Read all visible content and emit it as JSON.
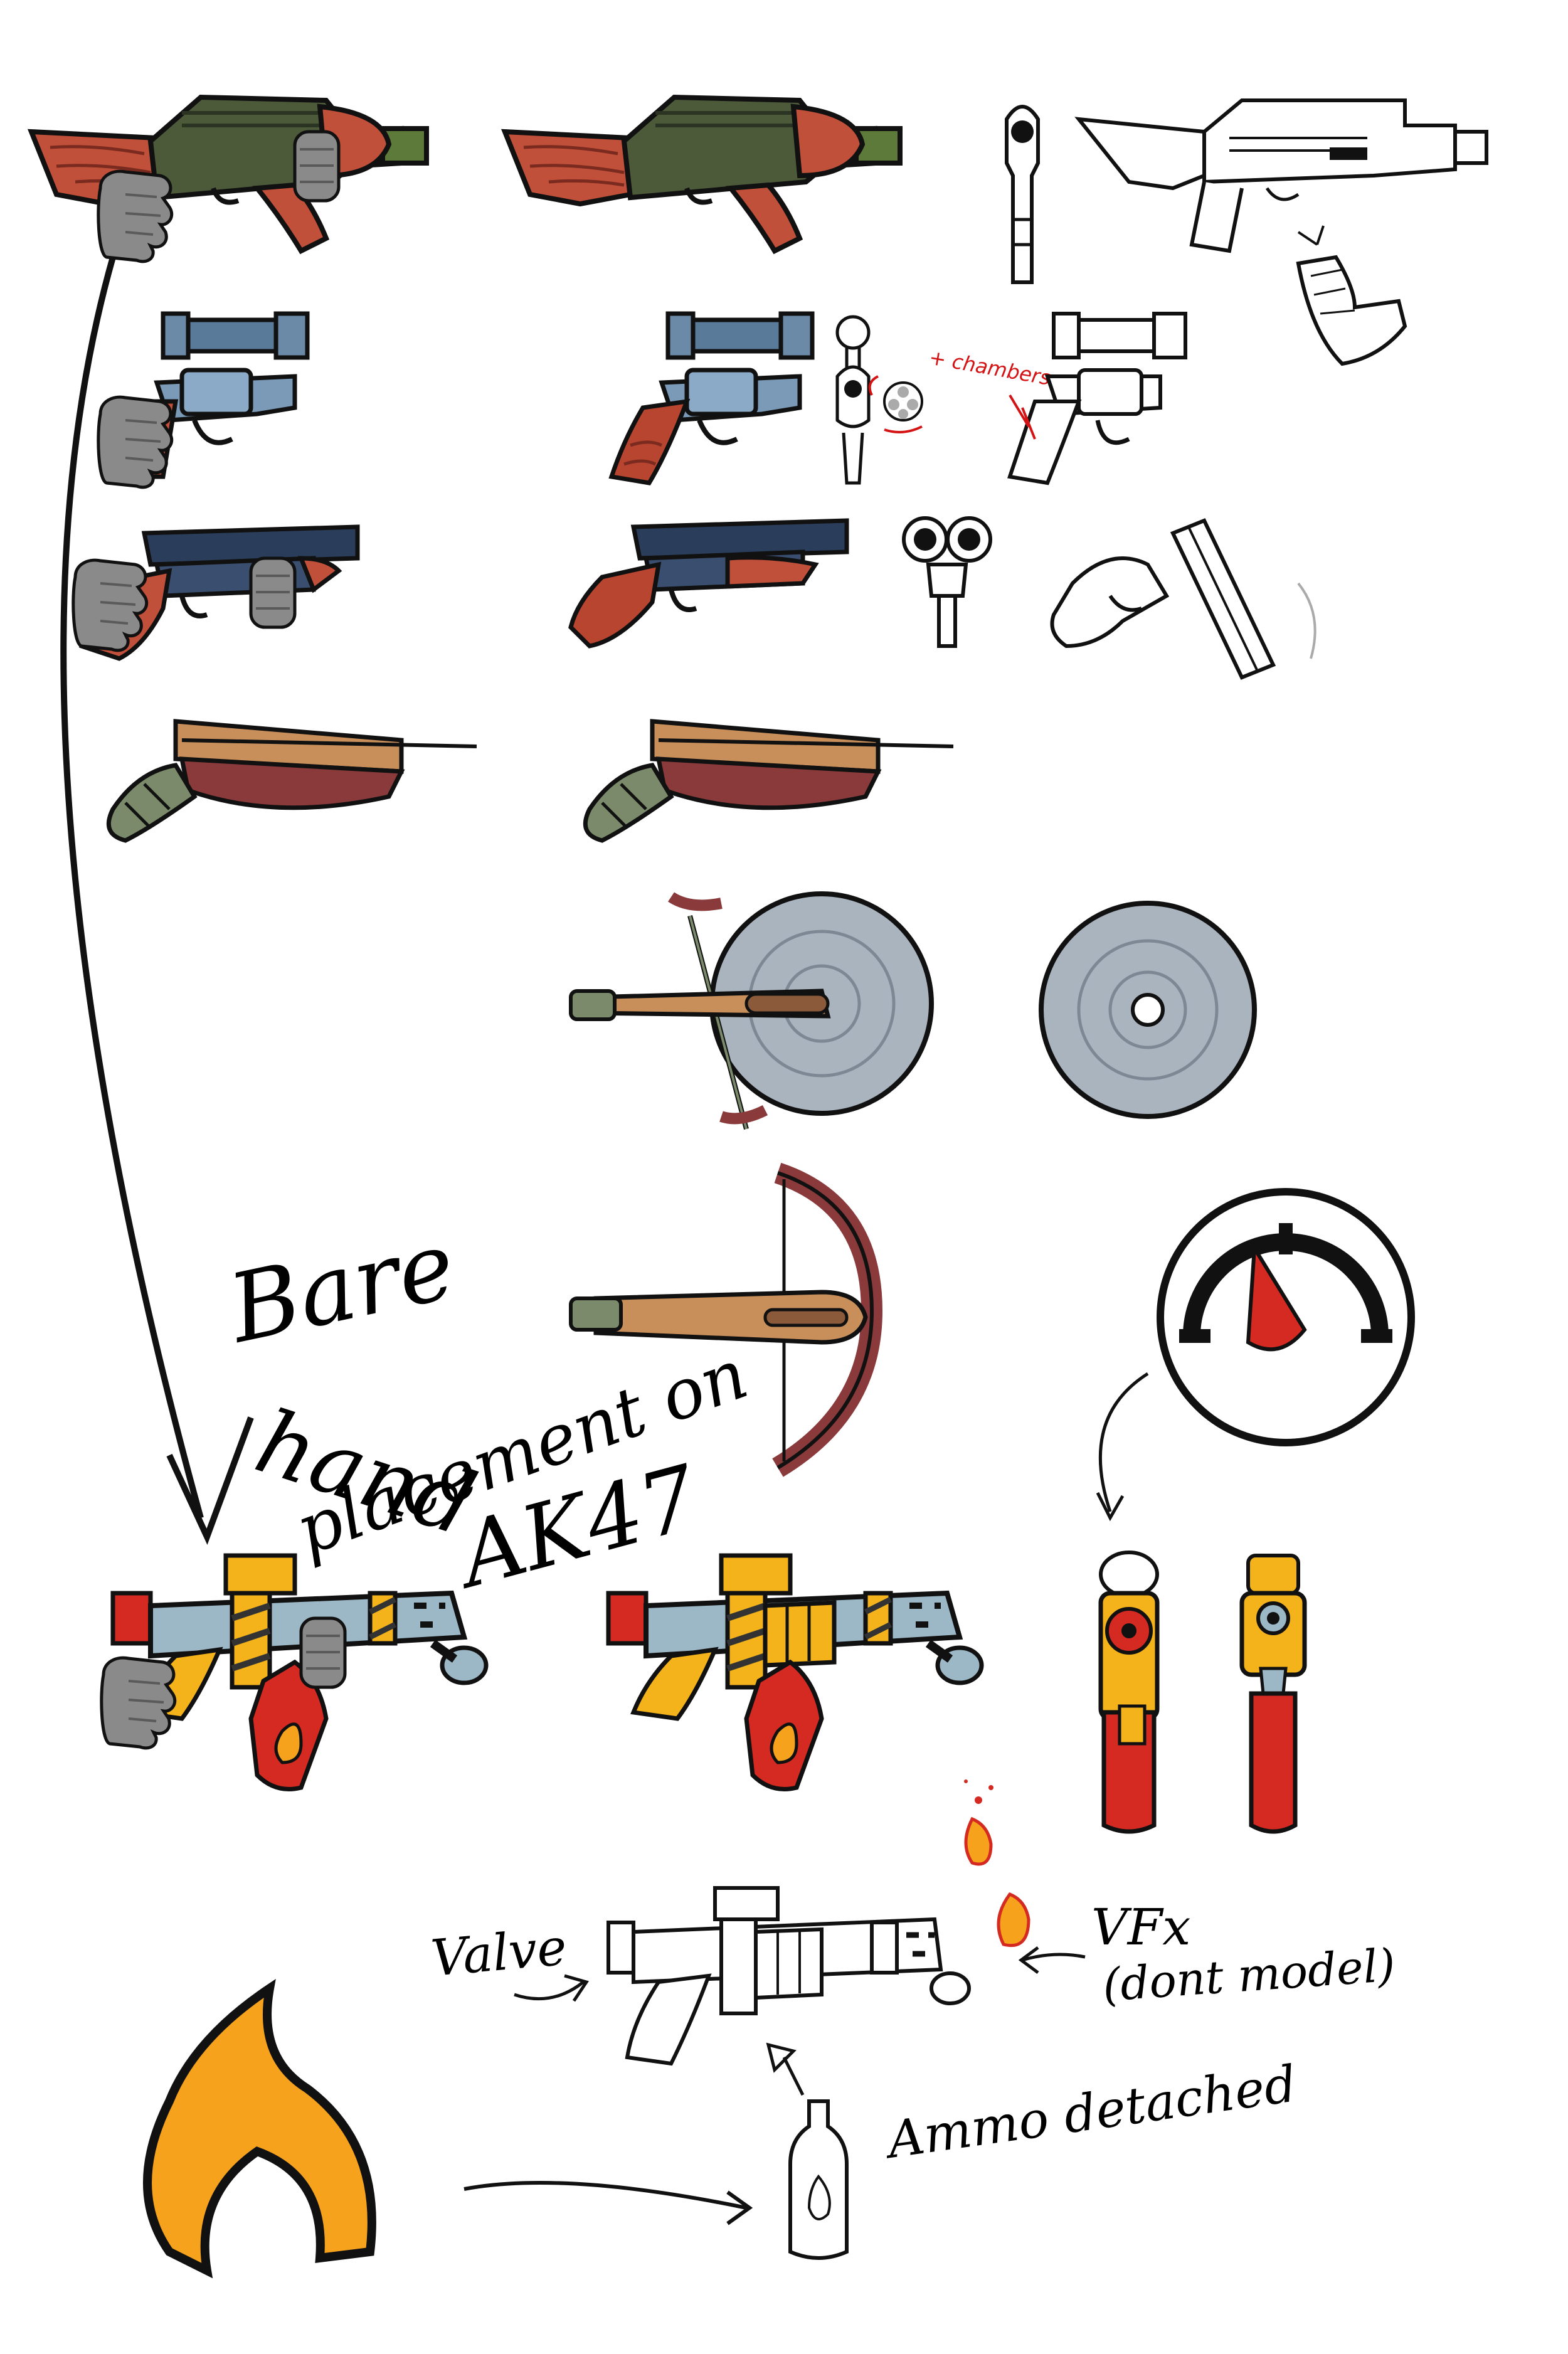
{
  "sheet": {
    "annotations": {
      "bare_hand_note": [
        "Bare",
        "hand",
        "placement on",
        "AK47"
      ],
      "chambers_note": "+ chambers",
      "valve_note": "Valve",
      "vfx_note": [
        "VFx",
        "(dont model)"
      ],
      "ammo_note": "Ammo detached"
    },
    "colors": {
      "outline": "#111111",
      "wood": "#c0503a",
      "metal_dark": "#4c5a3a",
      "gunmetal_blue": "#2a3d5a",
      "crossbow_tan": "#c98f5a",
      "crossbow_maroon": "#8a3a3a",
      "saw_gray": "#a9b4bf",
      "flame_orange": "#f6a21c",
      "bottle_red": "#d42a22",
      "flamer_yellow": "#f4b21b",
      "flamer_blue": "#9cb7c6",
      "hand_gray": "#8a8a8a"
    },
    "icons": [
      "ak47-with-hand-icon",
      "ak47-icon",
      "ak47-front-view-icon",
      "ak47-lineart-icon",
      "ak47-magazine-icon",
      "scoped-revolver-with-hand-icon",
      "scoped-revolver-icon",
      "revolver-front-view-icon",
      "revolver-cylinder-icon",
      "revolver-lineart-icon",
      "shotgun-with-hand-icon",
      "shotgun-icon",
      "double-barrel-front-icon",
      "shotgun-break-open-icon",
      "handmade-crossbow-with-hand-icon",
      "handmade-crossbow-icon",
      "saw-crossbow-topdown-icon",
      "saw-blade-icon",
      "crossbow-topdown-icon",
      "pressure-gauge-icon",
      "flamethrower-with-hand-icon",
      "flamethrower-icon",
      "flamethrower-front-view-icon",
      "flamethrower-back-view-icon",
      "flamethrower-lineart-icon",
      "flame-vfx-icon",
      "fuel-bottle-lineart-icon",
      "flame-logo-icon"
    ]
  }
}
